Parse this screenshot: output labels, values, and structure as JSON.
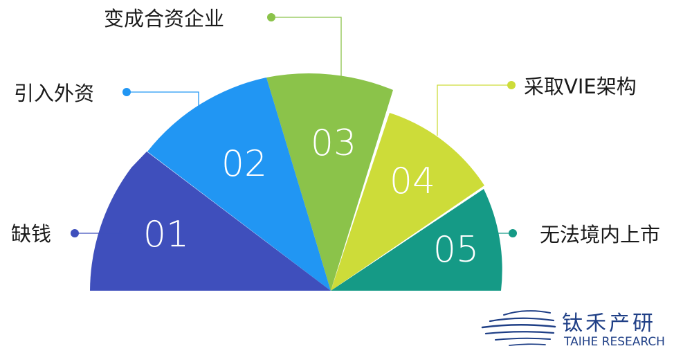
{
  "diagram": {
    "segments": [
      {
        "number": "01",
        "label": "缺钱",
        "color": "#3f4fbc"
      },
      {
        "number": "02",
        "label": "引入外资",
        "color": "#2196f3"
      },
      {
        "number": "03",
        "label": "变成合资企业",
        "color": "#8bc34a"
      },
      {
        "number": "04",
        "label": "采取VIE架构",
        "color": "#cddc39"
      },
      {
        "number": "05",
        "label": "无法境内上市",
        "color": "#159a86"
      }
    ]
  },
  "logo": {
    "name_cn": "钛禾产研",
    "name_en": "TAIHE RESEARCH",
    "color": "#1f3f86"
  }
}
